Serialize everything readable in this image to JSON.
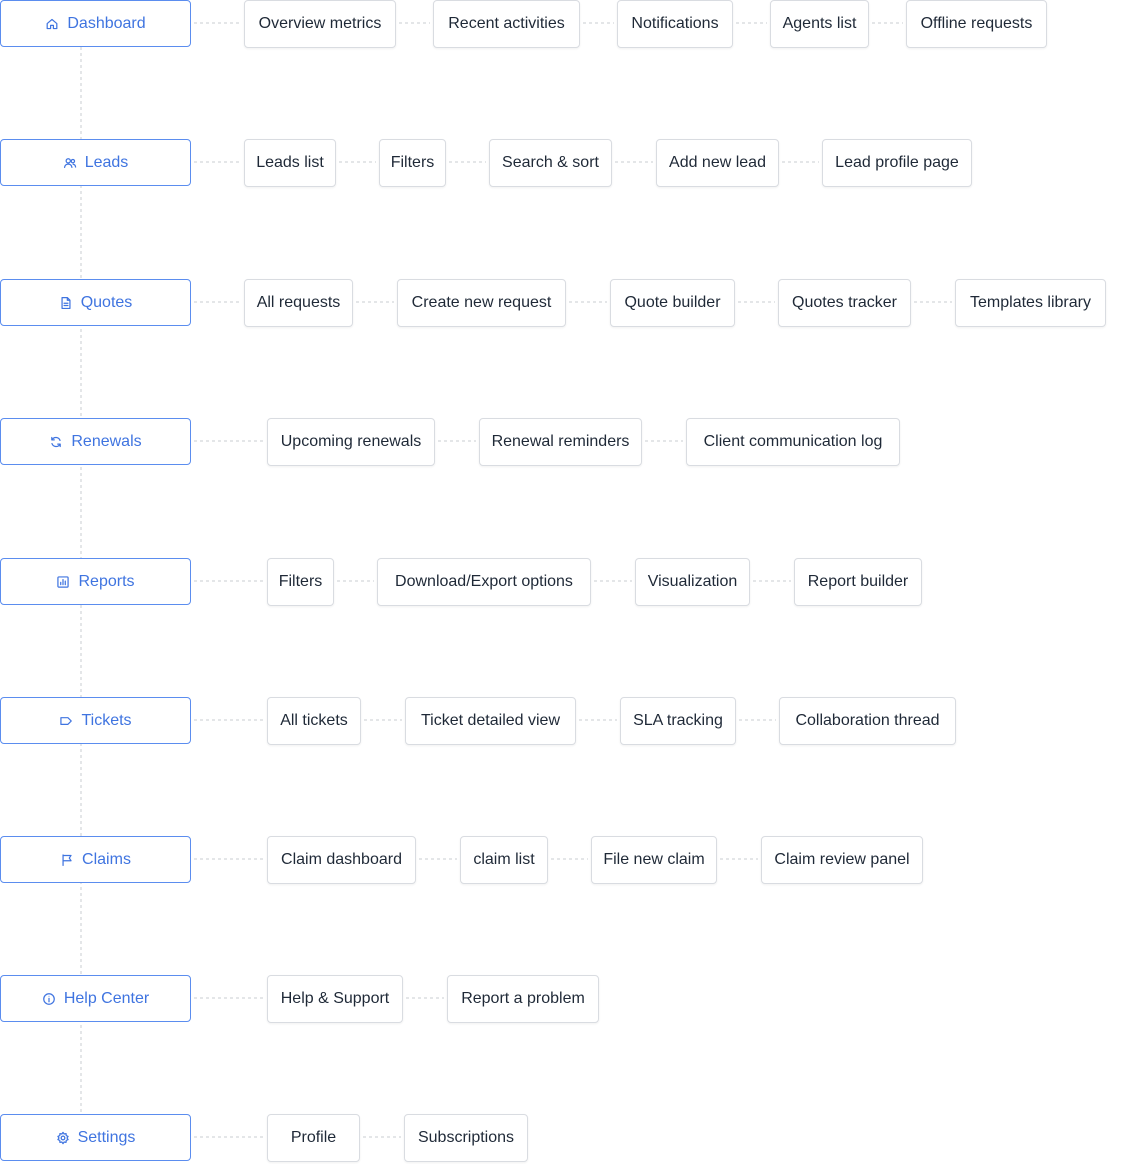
{
  "colors": {
    "section_border": "#5b8def",
    "section_text": "#3f74e0",
    "item_border": "#d9dce1",
    "item_text": "#1f2937",
    "connector": "#c9ccd1"
  },
  "sections": [
    {
      "label": "Dashboard",
      "icon": "home-icon",
      "items": [
        "Overview metrics",
        "Recent activities",
        "Notifications",
        "Agents list",
        "Offline requests"
      ]
    },
    {
      "label": "Leads",
      "icon": "users-icon",
      "items": [
        "Leads list",
        "Filters",
        "Search & sort",
        "Add new lead",
        "Lead profile page"
      ]
    },
    {
      "label": "Quotes",
      "icon": "document-icon",
      "items": [
        "All requests",
        "Create new request",
        "Quote builder",
        "Quotes tracker",
        "Templates library"
      ]
    },
    {
      "label": "Renewals",
      "icon": "refresh-icon",
      "items": [
        "Upcoming renewals",
        "Renewal reminders",
        "Client communication log"
      ]
    },
    {
      "label": "Reports",
      "icon": "bar-chart-icon",
      "items": [
        "Filters",
        "Download/Export options",
        "Visualization",
        "Report builder"
      ]
    },
    {
      "label": "Tickets",
      "icon": "tag-icon",
      "items": [
        "All tickets",
        "Ticket detailed view",
        "SLA tracking",
        "Collaboration thread"
      ]
    },
    {
      "label": "Claims",
      "icon": "flag-icon",
      "items": [
        "Claim dashboard",
        "claim list",
        "File new claim",
        "Claim review panel"
      ]
    },
    {
      "label": "Help Center",
      "icon": "info-icon",
      "items": [
        "Help & Support",
        "Report a problem"
      ]
    },
    {
      "label": "Settings",
      "icon": "gear-icon",
      "items": [
        "Profile",
        "Subscriptions"
      ]
    }
  ]
}
